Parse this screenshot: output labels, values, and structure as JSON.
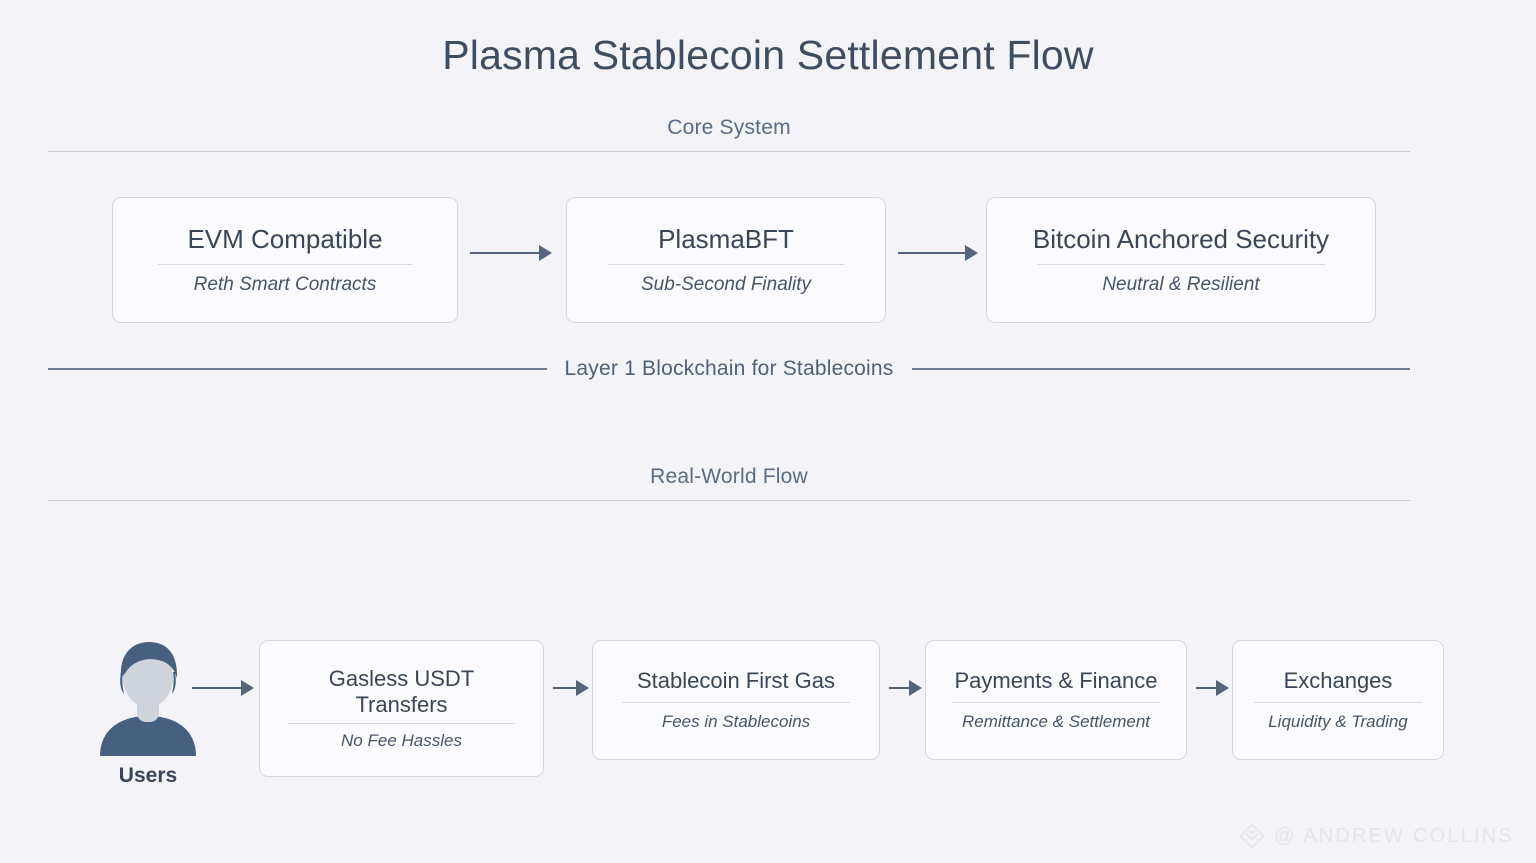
{
  "title": "Plasma Stablecoin Settlement Flow",
  "sections": {
    "core": "Core System",
    "band": "Layer 1 Blockchain for Stablecoins",
    "real": "Real-World Flow"
  },
  "core_nodes": [
    {
      "title": "EVM Compatible",
      "subtitle": "Reth Smart Contracts"
    },
    {
      "title": "PlasmaBFT",
      "subtitle": "Sub-Second Finality"
    },
    {
      "title": "Bitcoin Anchored Security",
      "subtitle": "Neutral & Resilient"
    }
  ],
  "flow_actor": {
    "label": "Users",
    "icon": "user-avatar-icon"
  },
  "flow_nodes": [
    {
      "title": "Gasless USDT\nTransfers",
      "subtitle": "No Fee Hassles"
    },
    {
      "title": "Stablecoin First Gas",
      "subtitle": "Fees in Stablecoins"
    },
    {
      "title": "Payments & Finance",
      "subtitle": "Remittance & Settlement"
    },
    {
      "title": "Exchanges",
      "subtitle": "Liquidity & Trading"
    }
  ],
  "watermark": {
    "logo": "diamond-logo-icon",
    "text": "@ ANDREW COLLINS"
  },
  "colors": {
    "background": "#f4f4f8",
    "title": "#404d60",
    "section_label": "#5b6b82",
    "node_border": "#d2d8e2",
    "node_fill": "#fbfbfd",
    "arrow": "#55647a",
    "person_dark": "#47607f",
    "person_light": "#ced3dc"
  }
}
